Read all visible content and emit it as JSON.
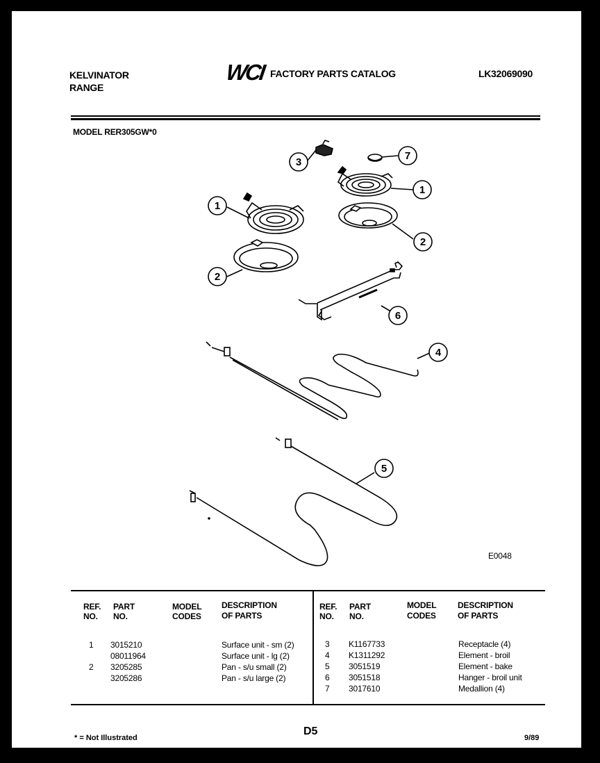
{
  "header": {
    "brand_line1": "KELVINATOR",
    "brand_line2": "RANGE",
    "logo": "WCI",
    "catalog_title": "FACTORY PARTS CATALOG",
    "catalog_code": "LK32069090"
  },
  "model_line": "MODEL RER305GW*0",
  "diagram": {
    "figure_code": "E0048",
    "callouts": [
      "3",
      "7",
      "1",
      "1",
      "2",
      "2",
      "6",
      "4",
      "5"
    ]
  },
  "table": {
    "headers": {
      "ref_no": [
        "REF.",
        "NO."
      ],
      "part_no": [
        "PART",
        "NO."
      ],
      "model_codes": [
        "MODEL",
        "CODES"
      ],
      "description": [
        "DESCRIPTION",
        "OF PARTS"
      ]
    },
    "left_rows": [
      {
        "ref": "1",
        "part": "3015210",
        "model_codes": "",
        "desc": "Surface unit - sm (2)"
      },
      {
        "ref": "",
        "part": "08011964",
        "model_codes": "",
        "desc": "Surface unit - lg (2)"
      },
      {
        "ref": "2",
        "part": "3205285",
        "model_codes": "",
        "desc": "Pan - s/u small (2)"
      },
      {
        "ref": "",
        "part": "3205286",
        "model_codes": "",
        "desc": "Pan - s/u large (2)"
      }
    ],
    "right_rows": [
      {
        "ref": "3",
        "part": "K1167733",
        "model_codes": "",
        "desc": "Receptacle (4)"
      },
      {
        "ref": "4",
        "part": "K1311292",
        "model_codes": "",
        "desc": "Element - broil"
      },
      {
        "ref": "5",
        "part": "3051519",
        "model_codes": "",
        "desc": "Element - bake"
      },
      {
        "ref": "6",
        "part": "3051518",
        "model_codes": "",
        "desc": "Hanger - broil unit"
      },
      {
        "ref": "7",
        "part": "3017610",
        "model_codes": "",
        "desc": "Medallion (4)"
      }
    ]
  },
  "footer": {
    "note": "* = Not Illustrated",
    "page_number": "D5",
    "date": "9/89"
  }
}
